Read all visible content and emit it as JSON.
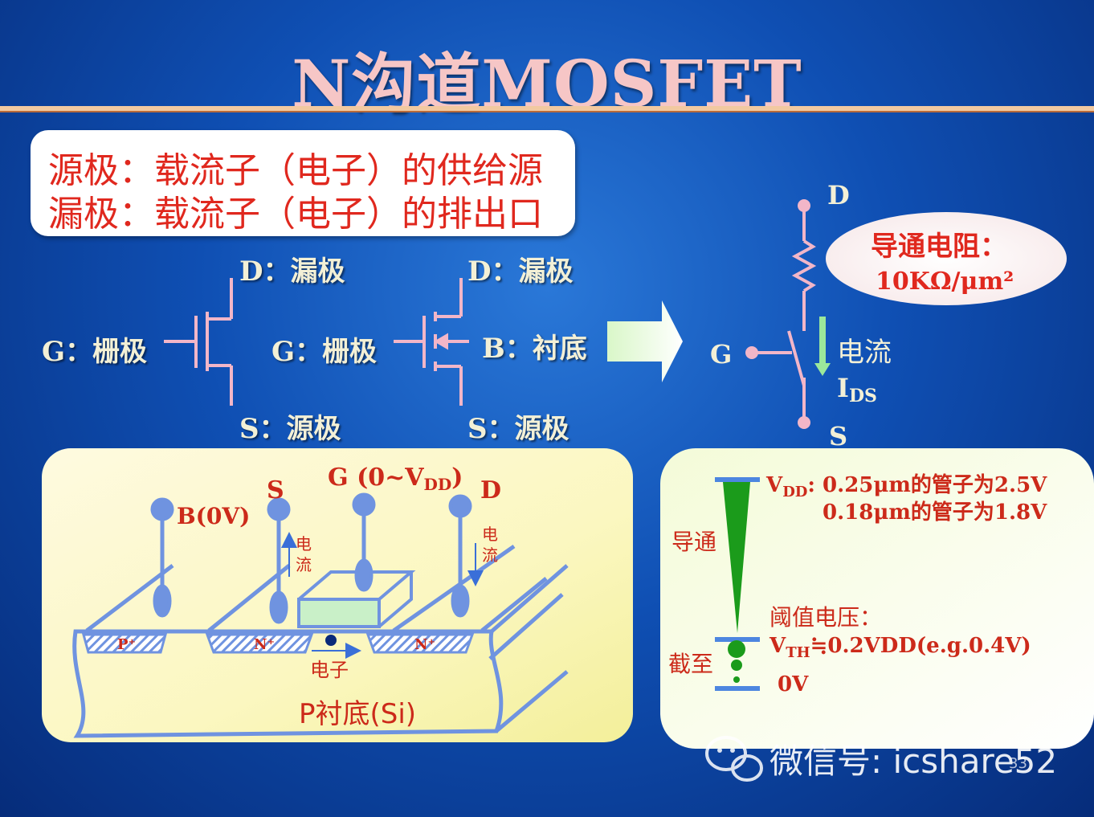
{
  "title": "N沟道MOSFET",
  "definitions": {
    "line1": "源极：载流子（电子）的供给源",
    "line2": "漏极：载流子（电子）的排出口"
  },
  "symbol1": {
    "drain": "D：漏极",
    "gate": "G：栅极",
    "source": "S：源极"
  },
  "symbol2": {
    "drain": "D：漏极",
    "gate": "G：栅极",
    "body": "B：衬底",
    "source": "S：源极"
  },
  "switch_model": {
    "drain": "D",
    "gate": "G",
    "source": "S",
    "current": "电流",
    "ids_main": "I",
    "ids_sub": "DS",
    "resistance_label": "导通电阻：",
    "resistance_value": "10KΩ/μm²"
  },
  "cross_section": {
    "body_terminal": "B(0V)",
    "source_terminal": "S",
    "gate_terminal_main": "G (0~V",
    "gate_terminal_sub": "DD",
    "gate_terminal_end": ")",
    "drain_terminal": "D",
    "current_left_1": "电",
    "current_left_2": "流",
    "current_right_1": "电",
    "current_right_2": "流",
    "p_plus": "P⁺",
    "n_plus_left": "N⁺",
    "n_plus_right": "N⁺",
    "electron": "电子",
    "substrate": "P衬底(Si)"
  },
  "voltage_panel": {
    "vdd_main": "V",
    "vdd_sub": "DD",
    "vdd_line1": ": 0.25μm的管子为2.5V",
    "vdd_line2": "0.18μm的管子为1.8V",
    "on_label": "导通",
    "threshold_label": "阈值电压：",
    "vth_main": "V",
    "vth_sub": "TH",
    "vth_value": "≒0.2VDD(e.g.0.4V)",
    "off_label": "截至",
    "zero_label": "0V"
  },
  "watermark": {
    "text": "微信号: icshare52",
    "page_number": "33"
  }
}
